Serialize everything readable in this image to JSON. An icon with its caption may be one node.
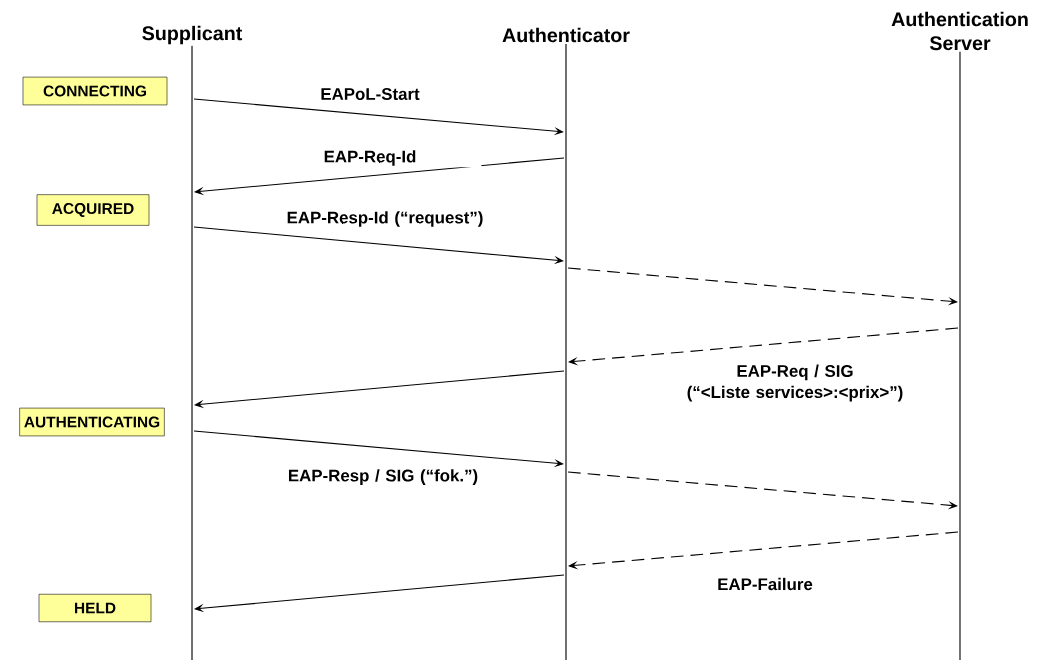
{
  "diagram": {
    "nodes": [
      {
        "text": [
          "Supplicant"
        ]
      },
      {
        "text": [
          "Authenticator"
        ]
      },
      {
        "text": [
          "Authentication Server"
        ]
      },
      {
        "text": [
          "CONNECTING"
        ]
      },
      {
        "text": [
          "ACQUIRED"
        ]
      },
      {
        "text": [
          "AUTHENTICATING"
        ]
      },
      {
        "text": [
          "HELD"
        ]
      }
    ],
    "edges": [
      {
        "from": 0,
        "to": 1,
        "arrow": "to",
        "label": "EAPoL-Start"
      },
      {
        "from": 1,
        "to": 0,
        "arrow": "to",
        "label": "EAP-Req-Id"
      },
      {
        "from": 0,
        "to": 1,
        "arrow": "to",
        "label": "EAP-Resp-Id (“request”)"
      },
      {
        "from": 1,
        "to": 2,
        "arrow": "to",
        "style": "dashed"
      },
      {
        "from": 2,
        "to": 1,
        "arrow": "to",
        "style": "dashed",
        "label": "EAP-Req / SIG (“<Liste services>:<prix>”)"
      },
      {
        "from": 1,
        "to": 0,
        "arrow": "to"
      },
      {
        "from": 0,
        "to": 1,
        "arrow": "to",
        "label": "EAP-Resp / SIG (“fok.”)"
      },
      {
        "from": 1,
        "to": 2,
        "arrow": "to",
        "style": "dashed"
      },
      {
        "from": 2,
        "to": 1,
        "arrow": "to",
        "style": "dashed",
        "label": "EAP-Failure"
      },
      {
        "from": 1,
        "to": 0,
        "arrow": "to"
      }
    ]
  }
}
